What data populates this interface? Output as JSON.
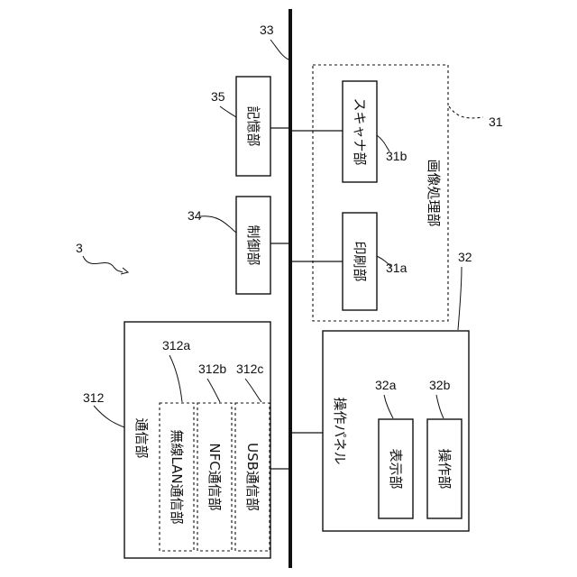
{
  "figure_number": "3",
  "bus": {
    "ref": "33"
  },
  "storage": {
    "label": "記憶部",
    "ref": "35"
  },
  "control": {
    "label": "制御部",
    "ref": "34"
  },
  "image_processing": {
    "ref": "31",
    "label": "画像処理部",
    "scanner": {
      "label": "スキャナ部",
      "ref": "31b"
    },
    "printing": {
      "label": "印刷部",
      "ref": "31a"
    }
  },
  "communication": {
    "ref": "312",
    "label": "通信部",
    "wireless_lan": {
      "label": "無線LAN通信部",
      "ref": "312a"
    },
    "nfc": {
      "label": "NFC通信部",
      "ref": "312b"
    },
    "usb": {
      "label": "USB通信部",
      "ref": "312c"
    }
  },
  "operation_panel": {
    "ref": "32",
    "label": "操作パネル",
    "display": {
      "label": "表示部",
      "ref": "32a"
    },
    "operation": {
      "label": "操作部",
      "ref": "32b"
    }
  }
}
